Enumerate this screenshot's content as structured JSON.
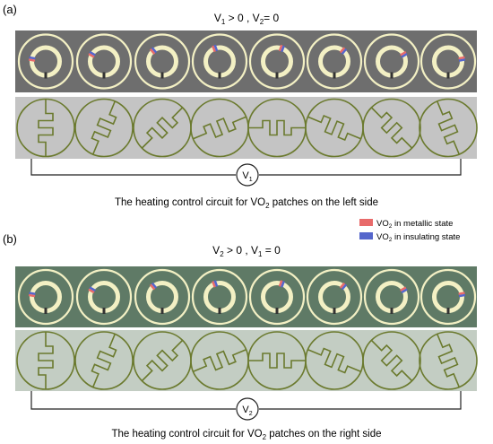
{
  "panel_a": {
    "label": "(a)",
    "condition": {
      "v1": "V",
      "v1_sub": "1",
      "v1_rel": " > 0 , ",
      "v2": "V",
      "v2_sub": "2",
      "v2_rel": "= 0"
    },
    "source": {
      "symbol": "V",
      "sub": "1"
    },
    "caption": {
      "pre": "The heating control circuit for VO",
      "sub": "2",
      "post": " patches on the left side"
    },
    "top_strip_color": "#6e6e6e",
    "bottom_strip_color": "#c4c4c4"
  },
  "panel_b": {
    "label": "(b)",
    "condition": {
      "v1": "V",
      "v1_sub": "2",
      "v1_rel": " > 0 , ",
      "v2": "V",
      "v2_sub": "1",
      "v2_rel": " = 0"
    },
    "source": {
      "symbol": "V",
      "sub": "2"
    },
    "caption": {
      "pre": "The heating control circuit for VO",
      "sub": "2",
      "post": " patches on the right side"
    },
    "top_strip_color": "#5f7a66",
    "bottom_strip_color": "#c3cdc3"
  },
  "legend": {
    "items": [
      {
        "pre": "VO",
        "sub": "2",
        "post": " in metallic state",
        "color": "#e86a6a"
      },
      {
        "pre": "VO",
        "sub": "2",
        "post": " in insulating state",
        "color": "#5566cc"
      }
    ]
  },
  "colors": {
    "ring": "#f3f0c4",
    "wire": "#6b7a2e",
    "circuit": "#222222"
  }
}
